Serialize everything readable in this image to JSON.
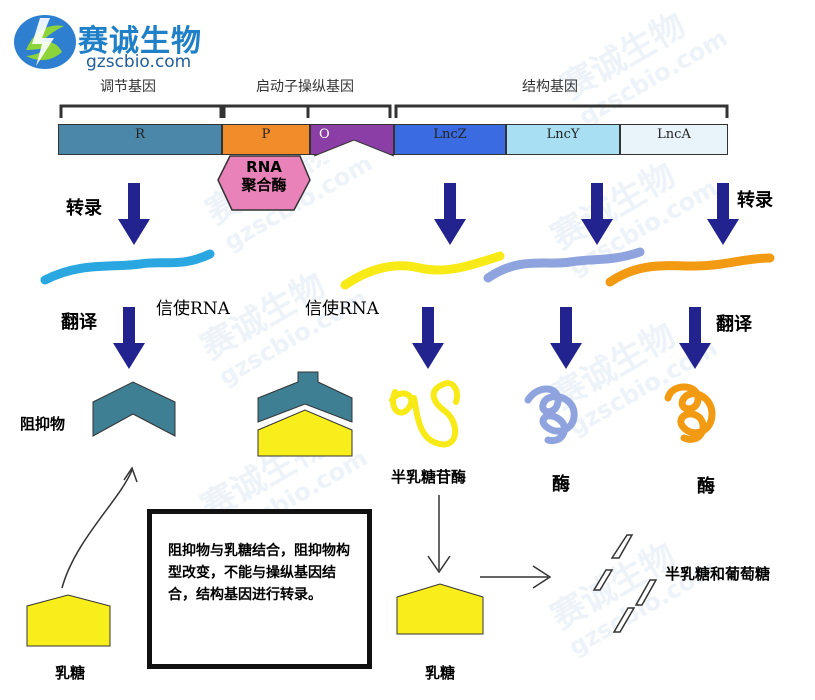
{
  "logo": {
    "name": "赛诚生物",
    "url": "gzscbio.com"
  },
  "watermark": {
    "cn": "赛诚生物",
    "en": "gzscbio.com"
  },
  "brackets": {
    "regulator": "调节基因",
    "promoter_operator": "启动子操纵基因",
    "structural": "结构基因"
  },
  "segments": {
    "R": "R",
    "P": "P",
    "O": "O",
    "lacZ": "LncZ",
    "lacY": "LncY",
    "lacA": "LncA"
  },
  "polymerase": {
    "line1": "RNA",
    "line2": "聚合酶"
  },
  "labels": {
    "transcription_left": "转录",
    "transcription_right": "转录",
    "translation_left": "翻译",
    "translation_right": "翻译",
    "mrna_left": "信使RNA",
    "mrna_right": "信使RNA",
    "repressor": "阻抑物",
    "galactosidase": "半乳糖苷酶",
    "enzyme_1": "酶",
    "enzyme_2": "酶",
    "lactose_left": "乳糖",
    "lactose_right": "乳糖",
    "products": "半乳糖和葡萄糖"
  },
  "note": "阻抑物与乳糖结合，阻抑物构型改变，不能与操纵基因结合，结构基因进行转录。",
  "colors": {
    "R": "#4a87a8",
    "P": "#f08c2a",
    "O": "#8b3fa6",
    "lacZ": "#3b6be0",
    "lacY": "#a9dff2",
    "lacA": "#e8f4fa",
    "polymerase": "#e882b8",
    "arrow": "#22238f",
    "mrna_blue": "#2aa6e0",
    "mrna_yellow": "#f7ea16",
    "mrna_lavender": "#8fa4de",
    "mrna_orange": "#f29a12",
    "repressor": "#3f7f94",
    "lactose": "#f7ee1c"
  }
}
